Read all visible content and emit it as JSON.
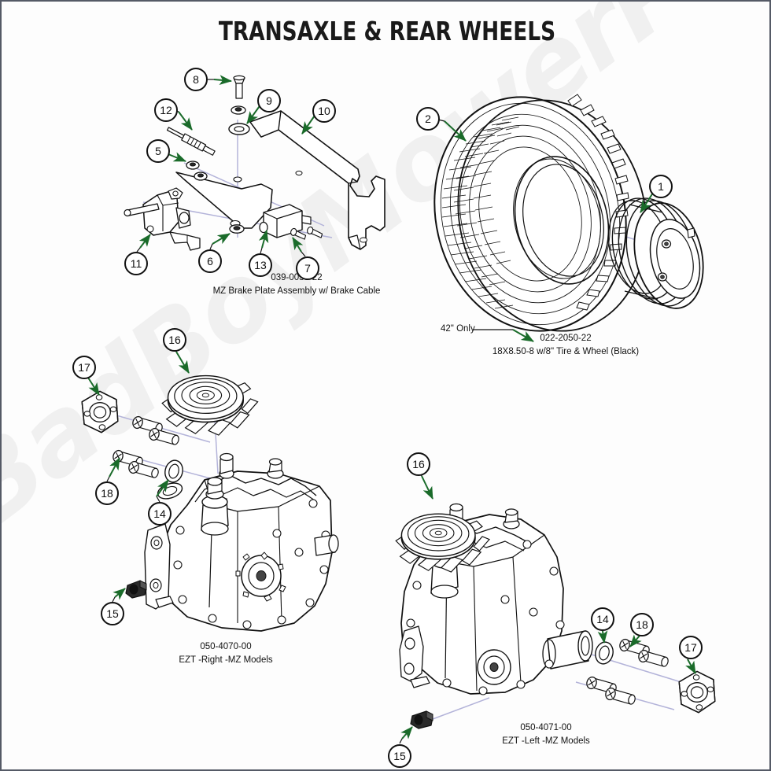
{
  "page": {
    "title": "TRANSAXLE & REAR WHEELS",
    "watermark": "BadBoyMowerParts.com",
    "accent_green": "#1a6b2a",
    "axis_line_color": "#b3b3d9",
    "line_color": "#111111",
    "background": "#fdfdfd",
    "border_color": "#555a66",
    "watermark_color": "#f0f0f0"
  },
  "assemblies": [
    {
      "id": "brake-plate",
      "part_number": "039-0035-22",
      "description": "MZ Brake Plate Assembly w/ Brake Cable",
      "callouts": [
        "5",
        "6",
        "7",
        "8",
        "9",
        "10",
        "11",
        "12",
        "13"
      ]
    },
    {
      "id": "tire-wheel",
      "note": "42\" Only",
      "part_number": "022-2050-22",
      "description": "18X8.50-8 w/8\" Tire & Wheel (Black)",
      "callouts": [
        "1",
        "2"
      ]
    },
    {
      "id": "transaxle-right",
      "part_number": "050-4070-00",
      "description": "EZT -Right -MZ Models",
      "callouts": [
        "14",
        "15",
        "16",
        "17",
        "18"
      ]
    },
    {
      "id": "transaxle-left",
      "part_number": "050-4071-00",
      "description": "EZT -Left -MZ Models",
      "callouts": [
        "14",
        "15",
        "16",
        "17",
        "18"
      ]
    }
  ],
  "callouts": {
    "c1": "1",
    "c2": "2",
    "c5": "5",
    "c6": "6",
    "c7": "7",
    "c8": "8",
    "c9": "9",
    "c10": "10",
    "c11": "11",
    "c12": "12",
    "c13": "13",
    "c14_r": "14",
    "c15_r": "15",
    "c16_r": "16",
    "c17_r": "17",
    "c18_r": "18",
    "c14_l": "14",
    "c15_l": "15",
    "c16_l": "16",
    "c17_l": "17",
    "c18_l": "18"
  }
}
